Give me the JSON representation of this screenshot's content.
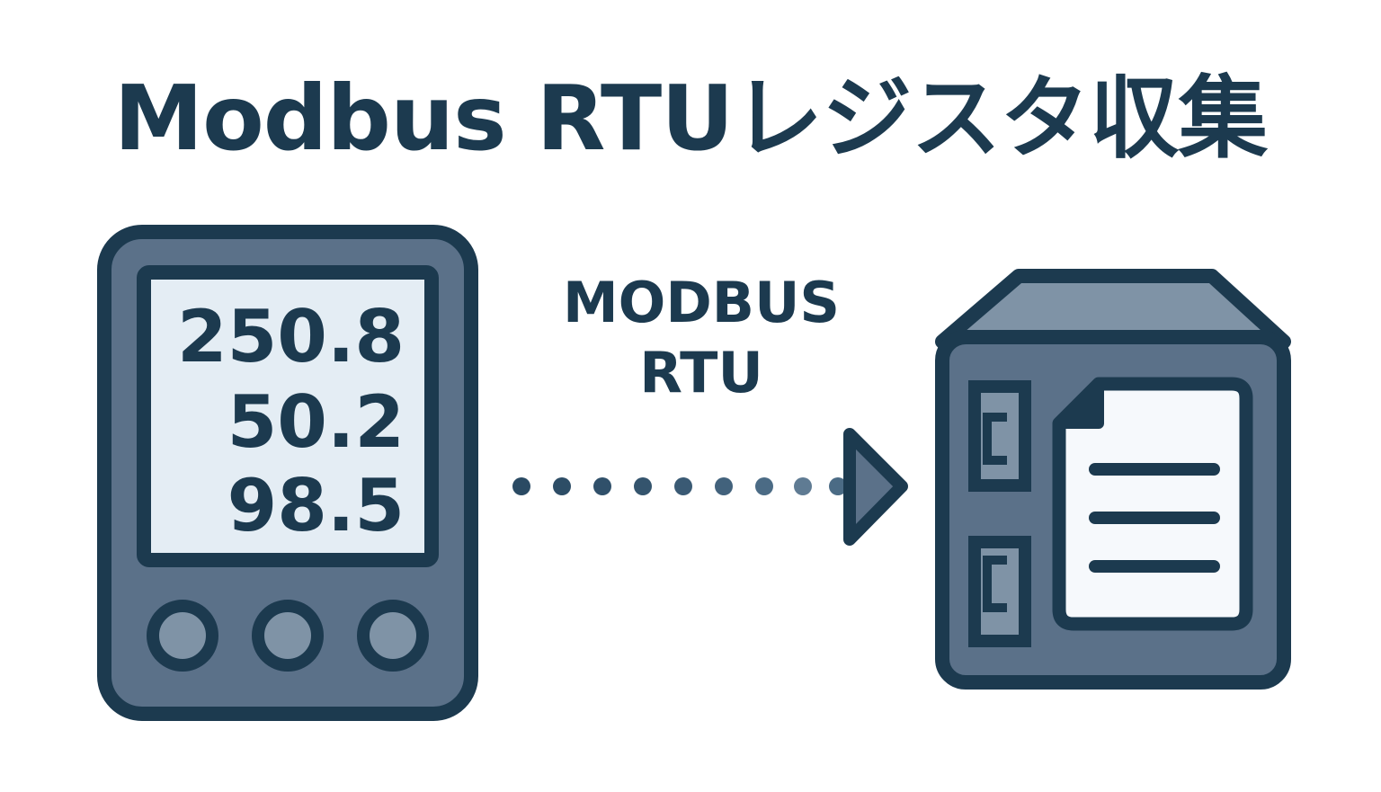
{
  "title": "Modbus RTUレジスタ収集",
  "connection": {
    "protocol_line1": "MODBUS",
    "protocol_line2": "RTU"
  },
  "meter": {
    "readings": [
      "250.8",
      "50.2",
      "98.5"
    ],
    "button_count": 3
  },
  "collector": {
    "document_lines": 3
  },
  "icons": [
    "power-meter-icon",
    "dotted-arrow-icon",
    "data-collector-icon",
    "document-icon"
  ],
  "colors": {
    "outline": "#1c3a4f",
    "device_body": "#5b7189",
    "screen": "#e4edf4",
    "button_fill": "#7f93a6",
    "document": "#f6f9fc"
  }
}
